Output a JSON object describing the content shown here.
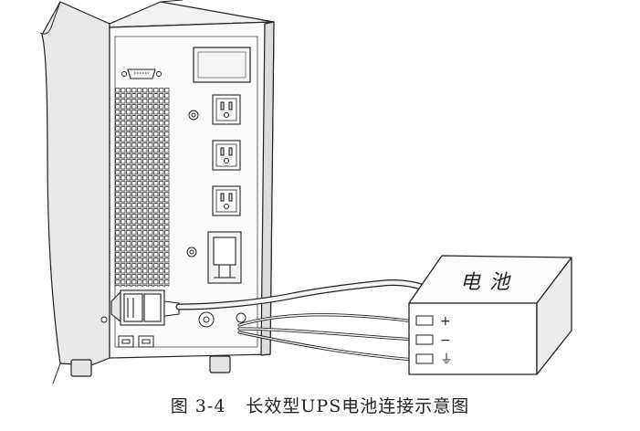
{
  "figure": {
    "number": "图 3-4",
    "caption": "长效型UPS电池连接示意图"
  },
  "battery": {
    "label": "电池",
    "terminals": [
      {
        "symbol": "+"
      },
      {
        "symbol": "−"
      },
      {
        "symbol": "⏚"
      }
    ]
  },
  "colors": {
    "line": "#222222",
    "panel": "#f7f7f7",
    "side": "#e4e4e4"
  }
}
